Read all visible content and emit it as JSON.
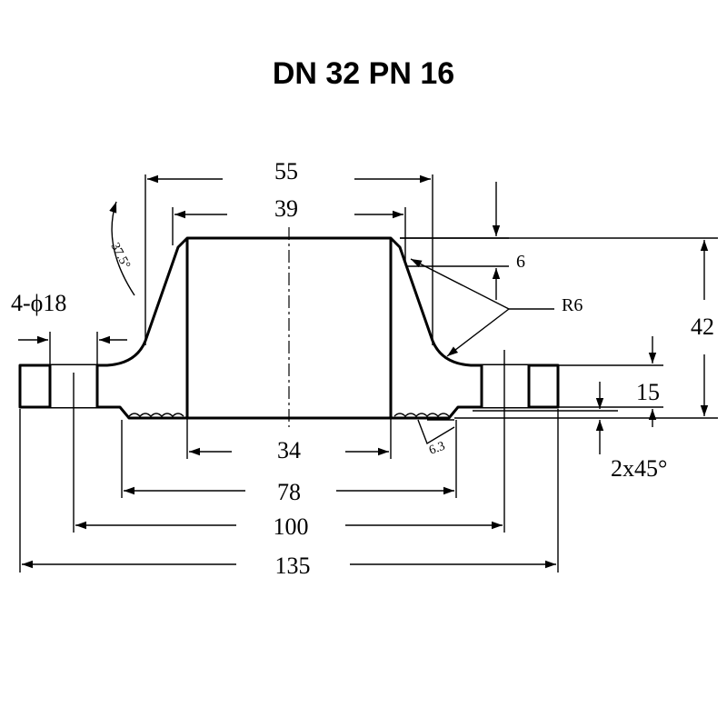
{
  "title": "DN 32 PN 16",
  "dimensions": {
    "d55": "55",
    "d39": "39",
    "d6": "6",
    "r6": "R6",
    "d42": "42",
    "d15": "15",
    "chamfer": "2x45°",
    "d34": "34",
    "d78": "78",
    "d100": "100",
    "d135": "135",
    "bolts": "4-ϕ18",
    "angle": "37.5°",
    "roughness": "6.3"
  },
  "colors": {
    "line": "#000000",
    "background": "#ffffff"
  }
}
